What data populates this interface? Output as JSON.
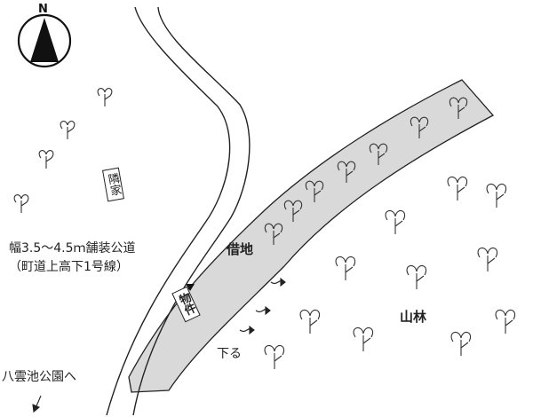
{
  "compass": {
    "label": "N",
    "icon": "north-arrow-icon"
  },
  "labels": {
    "neighbor_house": "隣家",
    "road_line1": "幅3.5～4.5ｍ舗装公道",
    "road_line2": "（町道上高下1号線）",
    "leased_land": "借地",
    "property": "物件",
    "forest": "山林",
    "downhill": "下る",
    "park_direction": "八雲池公園へ"
  },
  "colors": {
    "leased_land_fill": "#d9d9d9",
    "line": "#222222",
    "background": "#ffffff"
  }
}
